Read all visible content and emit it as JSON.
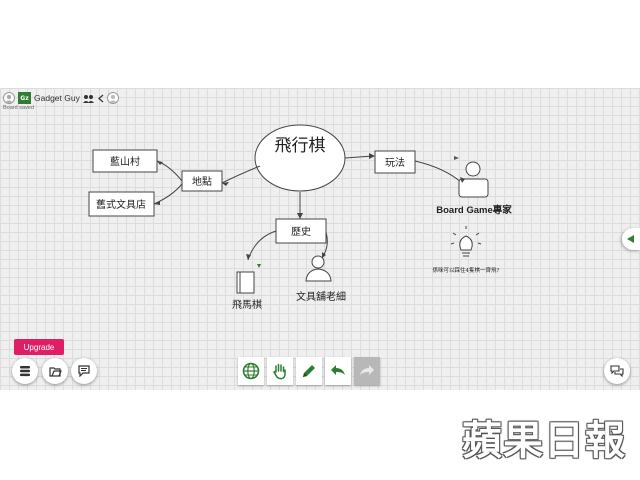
{
  "header": {
    "username": "Gadget Guy",
    "logo_text": "Gz",
    "status": "Board saved"
  },
  "mindmap": {
    "center": "飛行棋",
    "places": "地點",
    "village": "藍山村",
    "old_shop": "舊式文具店",
    "gameplay": "玩法",
    "expert": "Board Game專家",
    "tip": "係咪可以踩住4隻棋一齊飛?",
    "history": "歷史",
    "flying_horse": "飛馬棋",
    "shop_owner": "文具舖老細"
  },
  "upgrade_label": "Upgrade",
  "watermark": "蘋果日報",
  "colors": {
    "accent_green": "#2e7d32",
    "upgrade_pink": "#e01e66"
  }
}
